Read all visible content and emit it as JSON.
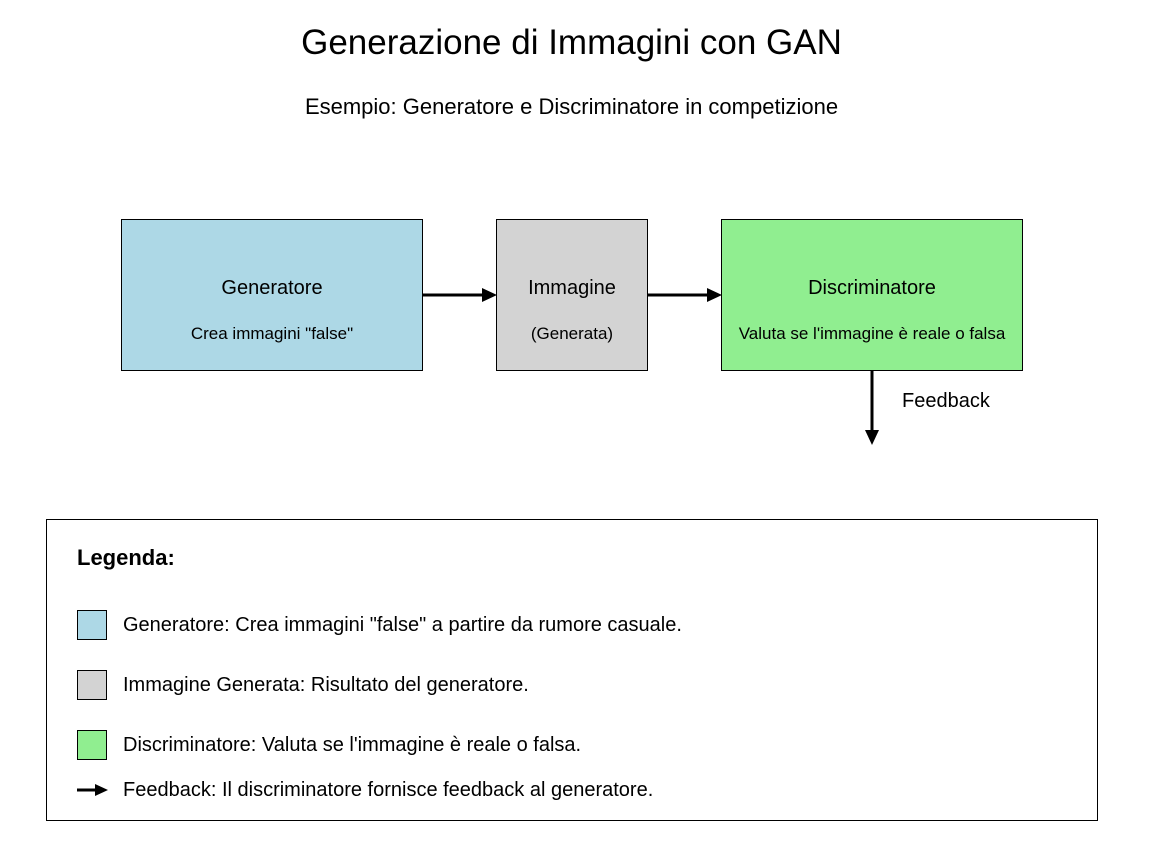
{
  "title": "Generazione di Immagini con GAN",
  "subtitle": "Esempio: Generatore e Discriminatore in competizione",
  "nodes": {
    "generator": {
      "label": "Generatore",
      "desc": "Crea immagini \"false\"",
      "color": "#add8e6"
    },
    "image": {
      "label": "Immagine",
      "desc": "(Generata)",
      "color": "#d3d3d3"
    },
    "discriminator": {
      "label": "Discriminatore",
      "desc": "Valuta se l'immagine è reale o falsa",
      "color": "#90ee90"
    }
  },
  "edges": {
    "feedback_label": "Feedback"
  },
  "legend": {
    "title": "Legenda:",
    "items": [
      {
        "color": "#add8e6",
        "text": "Generatore: Crea immagini \"false\" a partire da rumore casuale."
      },
      {
        "color": "#d3d3d3",
        "text": "Immagine Generata: Risultato del generatore."
      },
      {
        "color": "#90ee90",
        "text": "Discriminatore: Valuta se l'immagine è reale o falsa."
      },
      {
        "icon": "arrow-right-icon",
        "text": "Feedback: Il discriminatore fornisce feedback al generatore."
      }
    ]
  }
}
